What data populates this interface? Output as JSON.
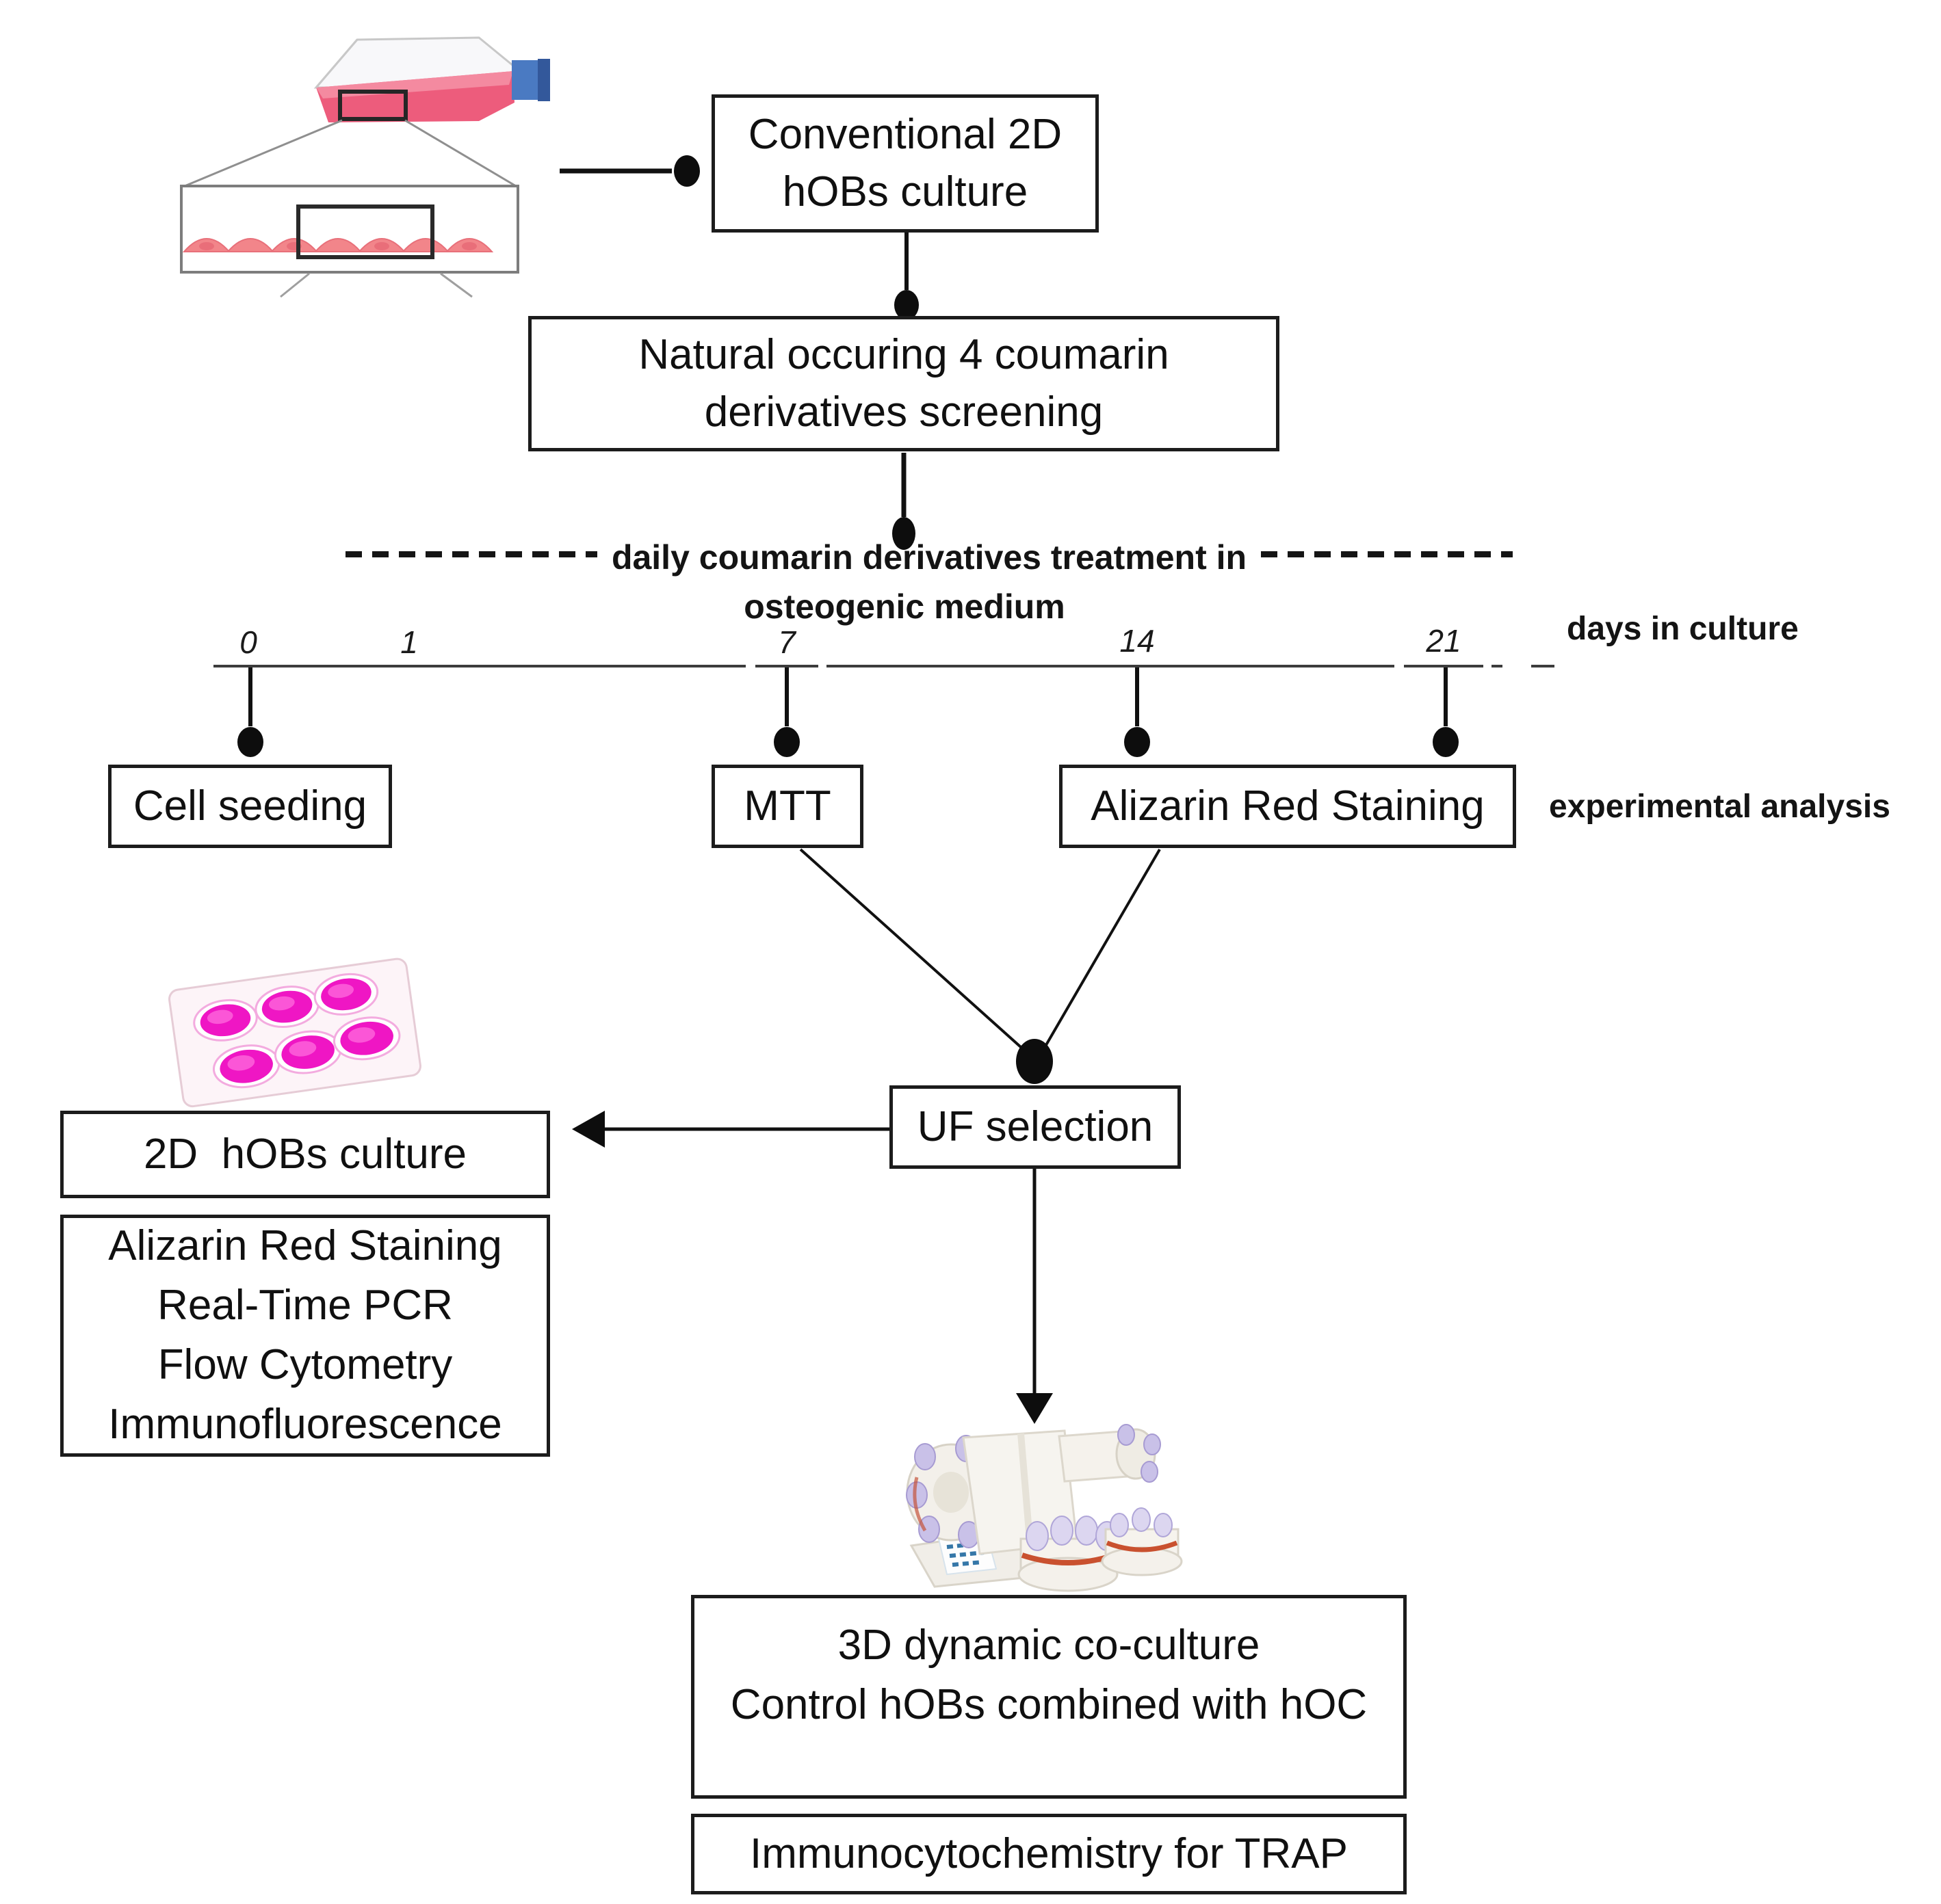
{
  "boxes": {
    "conventional": {
      "line1": "Conventional 2D",
      "line2": "hOBs culture"
    },
    "screening": {
      "line1": "Natural occuring 4 coumarin",
      "line2": "derivatives screening"
    },
    "cell_seeding": {
      "label": "Cell seeding"
    },
    "mtt": {
      "label": "MTT"
    },
    "alizarin": {
      "label": "Alizarin Red Staining"
    },
    "uf": {
      "label": "UF selection"
    },
    "hobs_2d": {
      "label": "2D  hOBs culture"
    },
    "methods": {
      "line1": "Alizarin Red Staining",
      "line2": "Real-Time PCR",
      "line3": "Flow Cytometry",
      "line4": "Immunofluorescence"
    },
    "coculture": {
      "line1": "3D dynamic co-culture",
      "line2": "Control hOBs combined with hOC"
    },
    "trap": {
      "label": "Immunocytochemistry for TRAP"
    }
  },
  "treatment_note": {
    "line1": "daily coumarin derivatives treatment in",
    "line2": "osteogenic medium"
  },
  "timeline": {
    "axis_label": "days in culture",
    "analysis_label": "experimental analysis",
    "days": [
      {
        "label": "0"
      },
      {
        "label": "1"
      },
      {
        "label": "7"
      },
      {
        "label": "14"
      },
      {
        "label": "21"
      }
    ]
  },
  "illustrations": {
    "flask": "culture-flask-with-pink-medium",
    "flask_zoom": "adherent-cell-monolayer-zoom",
    "well_plate": "six-well-plate-magenta-wells",
    "bioreactor": "rotating-vessel-bioreactor"
  },
  "colors": {
    "media_pink": "#ed5c7c",
    "cap_blue": "#4a7ac2",
    "cells_salmon": "#f2858a",
    "well_magenta": "#ef16c4",
    "bottle_lavender": "#c9c1e8",
    "band_orange": "#c9512f",
    "label_blue": "#3577a8",
    "line_dark": "#1c1c1c"
  }
}
